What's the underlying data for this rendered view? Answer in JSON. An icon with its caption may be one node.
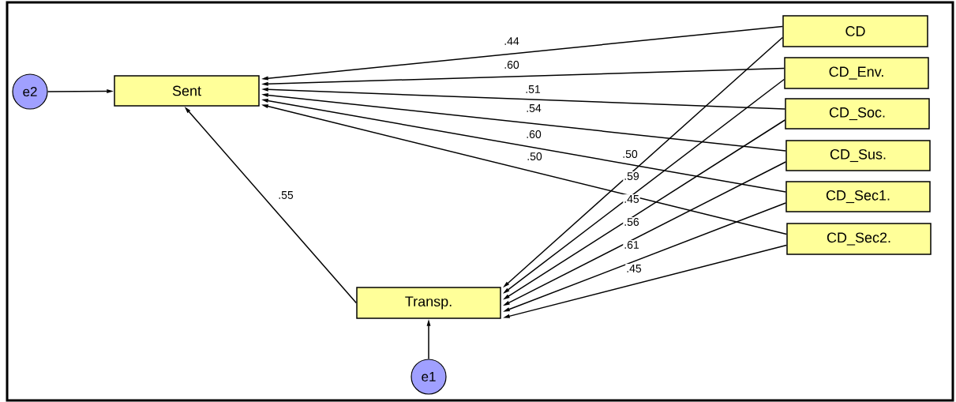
{
  "diagram": {
    "nodes": [
      {
        "text": [
          "e2"
        ]
      },
      {
        "text": [
          "Sent"
        ]
      },
      {
        "text": [
          "CD"
        ]
      },
      {
        "text": [
          "CD_Env."
        ]
      },
      {
        "text": [
          "CD_Soc."
        ]
      },
      {
        "text": [
          "CD_Sus."
        ]
      },
      {
        "text": [
          "CD_Sec1."
        ]
      },
      {
        "text": [
          "CD_Sec2."
        ]
      },
      {
        "text": [
          "Transp."
        ]
      },
      {
        "text": [
          "e1"
        ]
      }
    ],
    "edges": [
      {
        "from": 0,
        "to": 1,
        "arrow": "to"
      },
      {
        "from": 2,
        "to": 1,
        "arrow": "to",
        "label": ".44"
      },
      {
        "from": 3,
        "to": 1,
        "arrow": "to",
        "label": ".60"
      },
      {
        "from": 4,
        "to": 1,
        "arrow": "to",
        "label": ".51"
      },
      {
        "from": 5,
        "to": 1,
        "arrow": "to",
        "label": ".54"
      },
      {
        "from": 6,
        "to": 1,
        "arrow": "to",
        "label": ".60"
      },
      {
        "from": 7,
        "to": 1,
        "arrow": "to",
        "label": ".50"
      },
      {
        "from": 2,
        "to": 8,
        "arrow": "to",
        "label": ".50"
      },
      {
        "from": 3,
        "to": 8,
        "arrow": "to",
        "label": ".59"
      },
      {
        "from": 4,
        "to": 8,
        "arrow": "to",
        "label": ".45"
      },
      {
        "from": 5,
        "to": 8,
        "arrow": "to",
        "label": ".56"
      },
      {
        "from": 6,
        "to": 8,
        "arrow": "to",
        "label": ".61"
      },
      {
        "from": 7,
        "to": 8,
        "arrow": "to",
        "label": ".45"
      },
      {
        "from": 8,
        "to": 1,
        "arrow": "to",
        "label": ".55"
      },
      {
        "from": 9,
        "to": 8,
        "arrow": "to"
      }
    ]
  }
}
